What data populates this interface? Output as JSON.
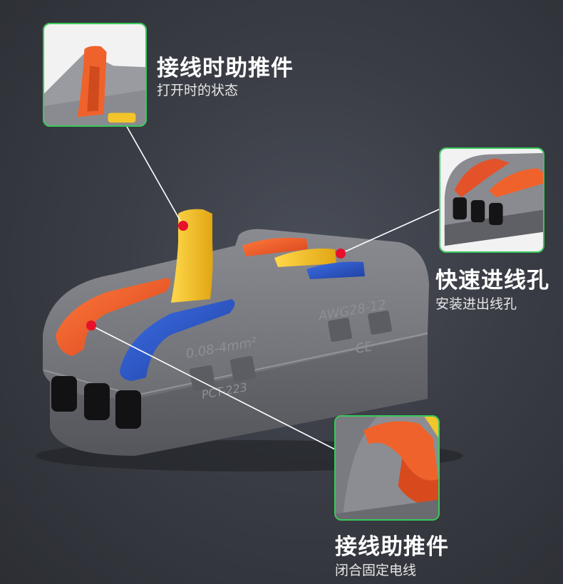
{
  "callouts": [
    {
      "title": "接线时助推件",
      "subtitle": "打开时的状态"
    },
    {
      "title": "快速进线孔",
      "subtitle": "安装进出线孔"
    },
    {
      "title": "接线助推件",
      "subtitle": "闭合固定电线"
    }
  ],
  "product": {
    "spec_label": "0.08-4mm²",
    "model_label": "PCT-223",
    "awg_label": "AWG28-12",
    "ce_mark": "CE"
  },
  "colors": {
    "accent_green": "#39c95a",
    "pointer_red": "#e8102a",
    "lever_orange": "#f05a28",
    "lever_yellow": "#f5c21b",
    "lever_blue": "#2a56c8",
    "housing_grey": "#7d7e84"
  }
}
